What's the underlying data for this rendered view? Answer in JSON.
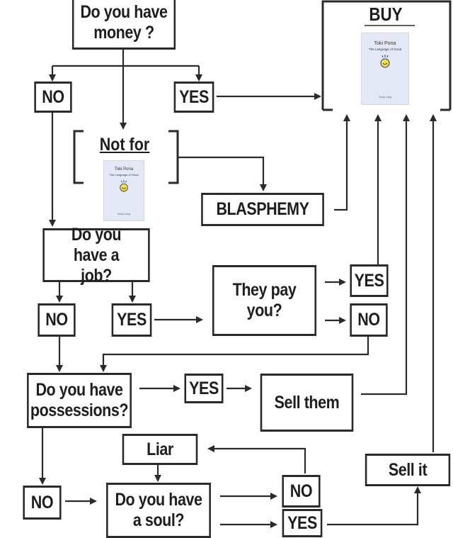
{
  "nodes": {
    "money": "Do you have money ?",
    "buy": "BUY",
    "no1": "NO",
    "yes1": "YES",
    "notfor": "Not for",
    "blasphemy": "BLASPHEMY",
    "job": "Do you have a job?",
    "no2": "NO",
    "yes2": "YES",
    "pay": "They pay you?",
    "yes3": "YES",
    "no3": "NO",
    "possessions": "Do you have possessions?",
    "yes4": "YES",
    "sellthem": "Sell them",
    "liar": "Liar",
    "no4": "NO",
    "soul": "Do you have a soul?",
    "no5": "NO",
    "yes5": "YES",
    "sellit": "Sell it"
  },
  "book": {
    "title": "Toki Pona",
    "subtitle": "The Language of Good",
    "author": "Sonja Lang"
  },
  "colors": {
    "line": "#2a2a2a",
    "cover": "#e4e8f4",
    "face": "#f3e23a"
  }
}
